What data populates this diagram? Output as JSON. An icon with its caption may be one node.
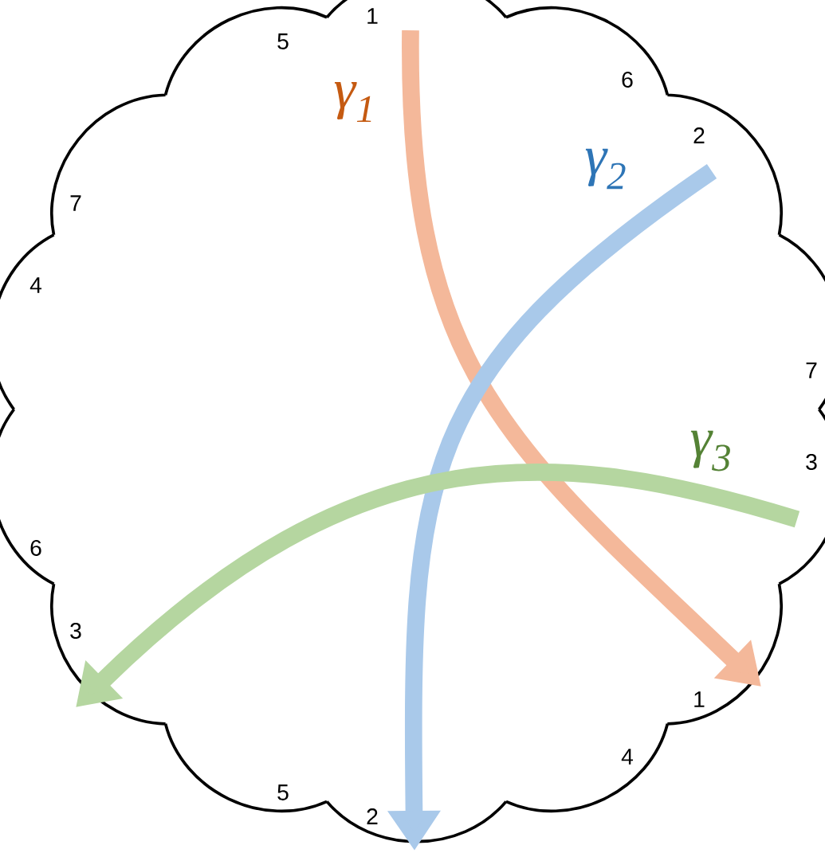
{
  "diagram": {
    "labels": [
      "1",
      "5",
      "6",
      "γ$_{1}$",
      "2",
      "γ$_{2}$",
      "7",
      "4",
      "7",
      "γ$_{3}$",
      "3",
      "6",
      "3",
      "1",
      "4",
      "5",
      "2"
    ]
  }
}
